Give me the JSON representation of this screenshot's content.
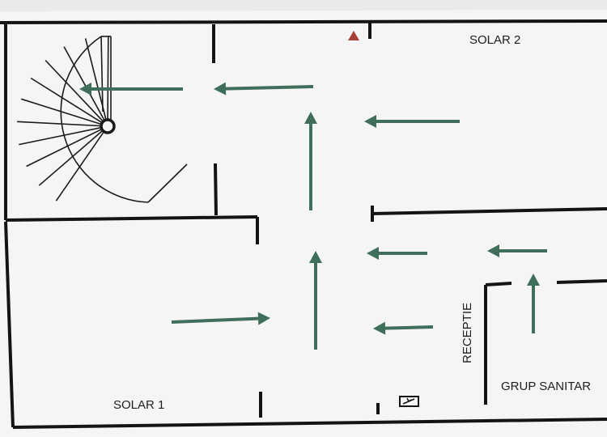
{
  "rooms": {
    "solar1": "SOLAR 1",
    "solar2": "SOLAR 2",
    "receptie": "RECEPTIE",
    "grup_sanitar": "GRUP SANITAR"
  },
  "colors": {
    "paper": "#f4f5f4",
    "wall": "#141414",
    "arrow": "#3f6e5a",
    "stairs": "#1a1a1a",
    "marker": "#a8403a"
  },
  "icons": [
    "exit-direction-arrow-icon",
    "spiral-staircase-icon",
    "fire-extinguisher-marker-icon",
    "emergency-exit-sign-icon"
  ]
}
